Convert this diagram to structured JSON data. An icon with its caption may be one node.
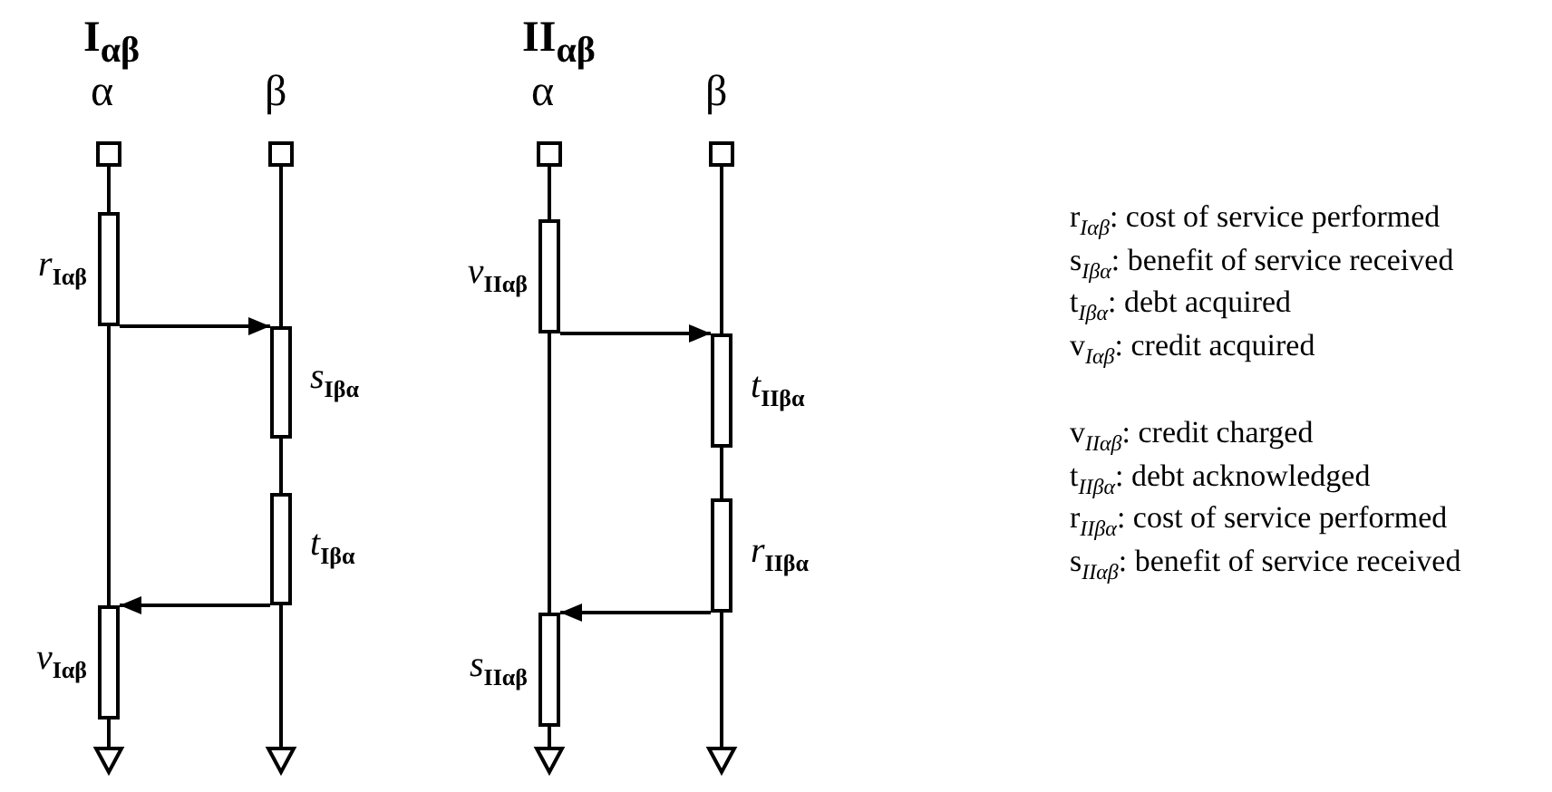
{
  "diagram": {
    "nodes": [
      {
        "text": [],
        "shape": "bar",
        "beside": [
          "r$_{Iαβ}$"
        ]
      },
      {
        "text": [],
        "shape": "bar",
        "beside": [
          "s$_{Iβα}$"
        ]
      },
      {
        "text": [],
        "shape": "bar",
        "beside": [
          "t$_{Iβα}$"
        ]
      },
      {
        "text": [],
        "shape": "bar",
        "beside": [
          "v$_{Iαβ}$"
        ]
      },
      {
        "text": [],
        "shape": "bar",
        "beside": [
          "v$_{IIαβ}$"
        ]
      },
      {
        "text": [],
        "shape": "bar",
        "beside": [
          "t$_{IIβα}$"
        ]
      },
      {
        "text": [],
        "shape": "bar",
        "beside": [
          "r$_{IIβα}$"
        ]
      },
      {
        "text": [],
        "shape": "bar",
        "beside": [
          "s$_{IIαβ}$"
        ]
      }
    ],
    "edges": [
      {
        "from": 0,
        "to": 1,
        "arrow": "to"
      },
      {
        "from": 2,
        "to": 3,
        "arrow": "to"
      },
      {
        "from": 4,
        "to": 5,
        "arrow": "to"
      },
      {
        "from": 6,
        "to": 7,
        "arrow": "to"
      }
    ],
    "labels": [
      "I$_{αβ}$",
      "II$_{αβ}$",
      "α",
      "β",
      "α",
      "β",
      "r$_{Iαβ}$: cost of service performed",
      "s$_{Iβα}$: benefit of service received",
      "t$_{Iβα}$: debt acquired",
      "v$_{Iαβ}$: credit acquired",
      "v$_{IIαβ}$: credit charged",
      "t$_{IIβα}$: debt acknowledged",
      "r$_{IIβα}$: cost of service performed",
      "s$_{IIαβ}$: benefit of service received"
    ]
  }
}
